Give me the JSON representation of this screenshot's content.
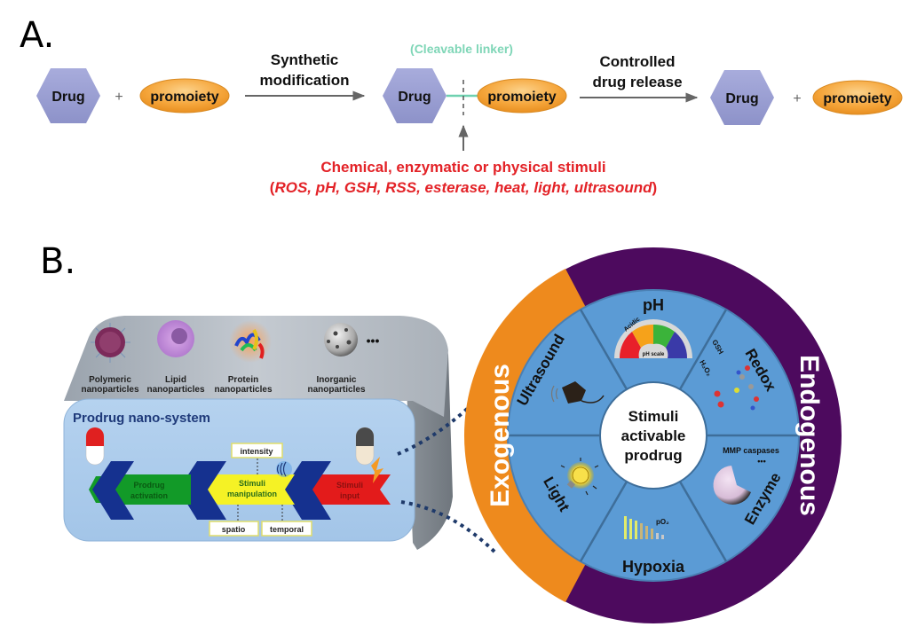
{
  "panel_a": {
    "label": "A.",
    "drug_label": "Drug",
    "promoiety_label": "promoiety",
    "plus": "+",
    "step1": {
      "line1": "Synthetic",
      "line2": "modification"
    },
    "linker_label": "(Cleavable linker)",
    "step2": {
      "line1": "Controlled",
      "line2": "drug release"
    },
    "stimuli_title": "Chemical, enzymatic or physical stimuli",
    "stimuli_list_open": "(",
    "stimuli_list": "ROS, pH, GSH, RSS, esterase, heat, light, ultrasound",
    "stimuli_list_close": ")",
    "colors": {
      "drug": "#9a9fd3",
      "promoiety": "#f4a236",
      "linker": "#6fd1b0",
      "stimuli_text": "#e32227",
      "arrow": "#666666"
    }
  },
  "panel_b": {
    "label": "B.",
    "nanoparticles": [
      {
        "line1": "Polymeric",
        "line2": "nanoparticles"
      },
      {
        "line1": "Lipid",
        "line2": "nanoparticles"
      },
      {
        "line1": "Protein",
        "line2": "nanoparticles"
      },
      {
        "line1": "Inorganic",
        "line2": "nanoparticles"
      }
    ],
    "more": "•••",
    "system_title": "Prodrug nano-system",
    "flow": {
      "activation": {
        "line1": "Prodrug",
        "line2": "activation"
      },
      "manipulation": {
        "line1": "Stimuli",
        "line2": "manipulation"
      },
      "input": {
        "line1": "Stimuli",
        "line2": "input"
      }
    },
    "tags": {
      "intensity": "intensity",
      "spatio": "spatio",
      "temporal": "temporal"
    },
    "wheel": {
      "center": {
        "line1": "Stimuli",
        "line2": "activable",
        "line3": "prodrug"
      },
      "outer_left": "Exogenous",
      "outer_right": "Endogenous",
      "segments": [
        "pH",
        "Redox",
        "Enzyme",
        "Hypoxia",
        "Light",
        "Ultrasound"
      ],
      "ph_scale": {
        "label": "pH scale",
        "acidic": "Acidic"
      },
      "redox_molecules": [
        "GSH",
        "H₂O₂"
      ],
      "enzyme_examples": "MMP caspases",
      "enzyme_more": "•••",
      "hypoxia_label": "pO₂",
      "colors": {
        "exogenous": "#ee8a1d",
        "endogenous": "#4d0a5e",
        "segment": "#5b9bd5",
        "divider": "#3e6e9a"
      }
    }
  }
}
